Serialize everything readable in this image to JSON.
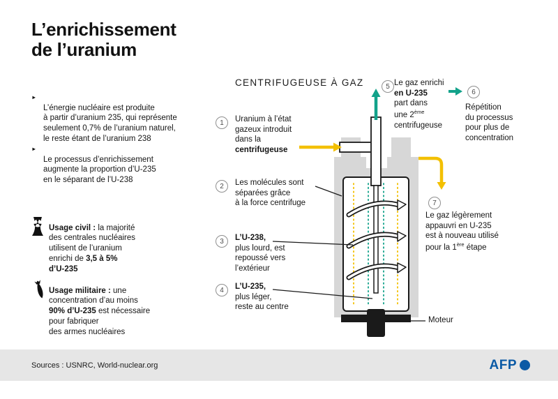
{
  "title": "L’enrichissement\nde l’uranium",
  "intro": {
    "bullet_glyph": "►",
    "bullets": [
      "L’énergie nucléaire est produite\nà partir d’uranium 235, qui représente\nseulement 0,7% de l’uranium naturel,\nle reste étant de l’uranium 238",
      "Le processus d’enrichissement\naugmente la proportion d’U-235\nen le séparant de l’U-238"
    ]
  },
  "usages": {
    "civil": {
      "icon": "nuclear-plant-icon",
      "label": "Usage civil :",
      "text1": " la majorité\ndes centrales nucléaires\nutilisent de l’uranium\nenrichi de ",
      "bold": "3,5 à 5%\nd’U-235"
    },
    "military": {
      "icon": "bomb-icon",
      "label": "Usage militaire :",
      "text1": " une\nconcentration d’au moins\n",
      "bold": "90% d’U-235",
      "text2": " est nécessaire\npour fabriquer\ndes armes nucléaires"
    }
  },
  "diagram": {
    "heading": "CENTRIFUGEUSE À GAZ",
    "motor_label": "Moteur",
    "steps": [
      {
        "num": "1",
        "t1": "Uranium à l’état\ngazeux introduit\ndans la\n",
        "bold": "centrifugeuse"
      },
      {
        "num": "2",
        "text": "Les molécules sont\nséparées grâce\nà la force centrifuge"
      },
      {
        "num": "3",
        "bold": "L’U-238,",
        "text": "\nplus lourd, est\nrepoussé vers\nl’extérieur"
      },
      {
        "num": "4",
        "bold": "L’U-235,",
        "text": "\nplus léger,\nreste au centre"
      },
      {
        "num": "5",
        "t1": "Le gaz enrichi\n",
        "bold": "en U-235",
        "t2": "\npart dans\nune 2",
        "sup": "ème",
        "t3": "\ncentrifugeuse"
      },
      {
        "num": "6",
        "text": "Répétition\ndu processus\npour plus de\nconcentration"
      },
      {
        "num": "7",
        "t1": "Le gaz légèrement\nappauvri en U-235\nest à nouveau utilisé\npour la 1",
        "sup": "ère",
        "t2": " étape"
      }
    ]
  },
  "footer": {
    "sources": "Sources : USNRC, World-nuclear.org",
    "logo": "AFP"
  },
  "colors": {
    "accent_yellow": "#f3c000",
    "accent_teal": "#12a28a",
    "afp_blue": "#0b5aa5",
    "casing_gray": "#d7d7d7",
    "footer_gray": "#e6e6e6"
  }
}
